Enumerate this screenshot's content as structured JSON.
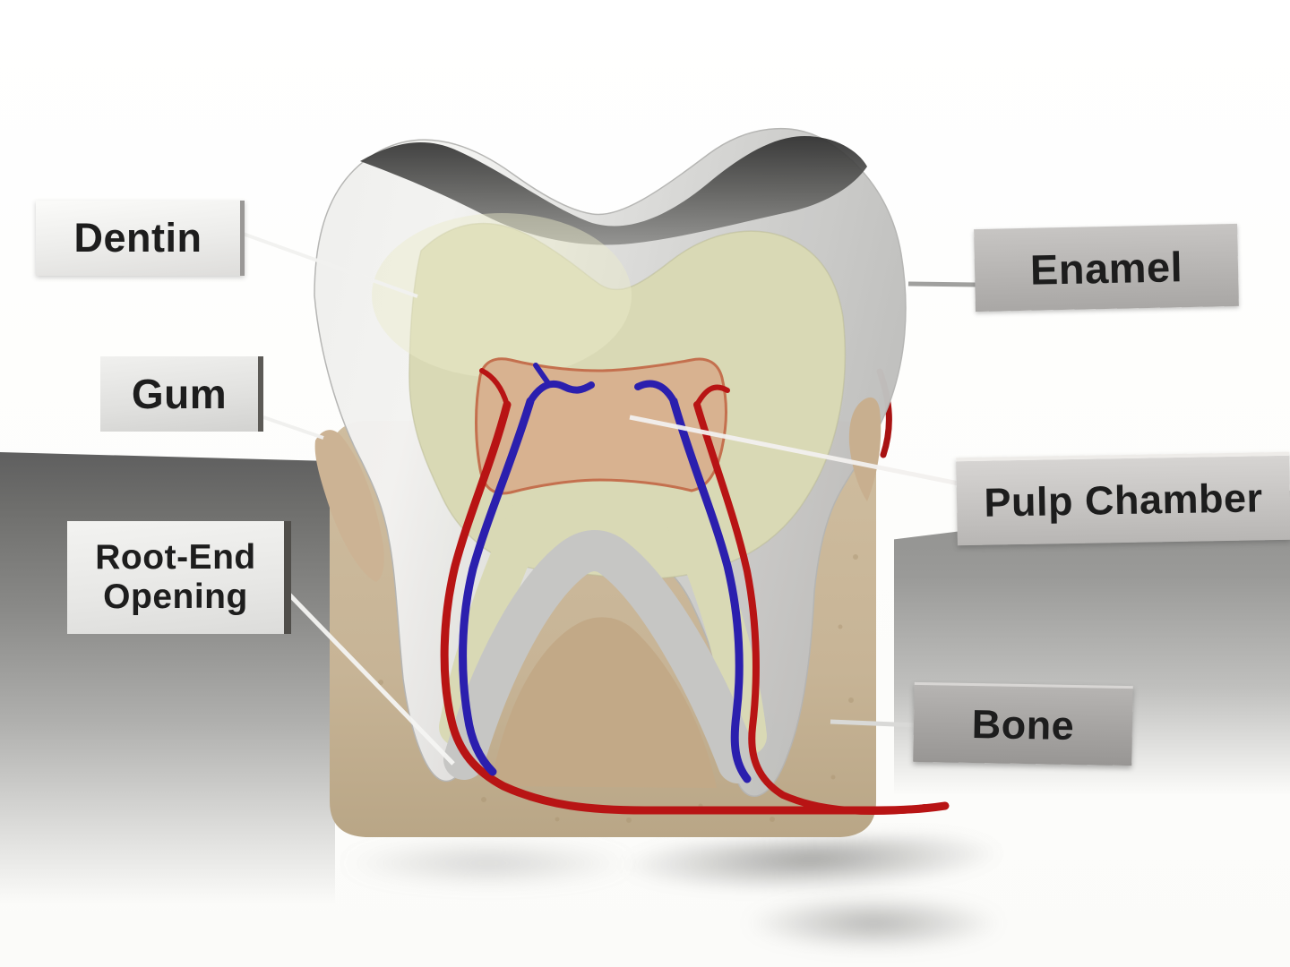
{
  "labels": {
    "dentin": "Dentin",
    "gum": "Gum",
    "root_end_line1": "Root-End",
    "root_end_line2": "Opening",
    "enamel": "Enamel",
    "pulp_chamber": "Pulp Chamber",
    "bone": "Bone"
  },
  "colors": {
    "enamel": "#d8d8d6",
    "occlusal_dark": "#3a3a3a",
    "dentin": "#d9d9b5",
    "pulp": "#d8b290",
    "bone": "#c9b696",
    "bone_hill": "#c2a987",
    "gum": "#ccb394",
    "vessel_red": "#b81414",
    "vessel_blue": "#2b1fae",
    "leader_light": "#f2f2f0",
    "leader_dark": "#a0a09e",
    "label_text": "#1d1d1d"
  }
}
